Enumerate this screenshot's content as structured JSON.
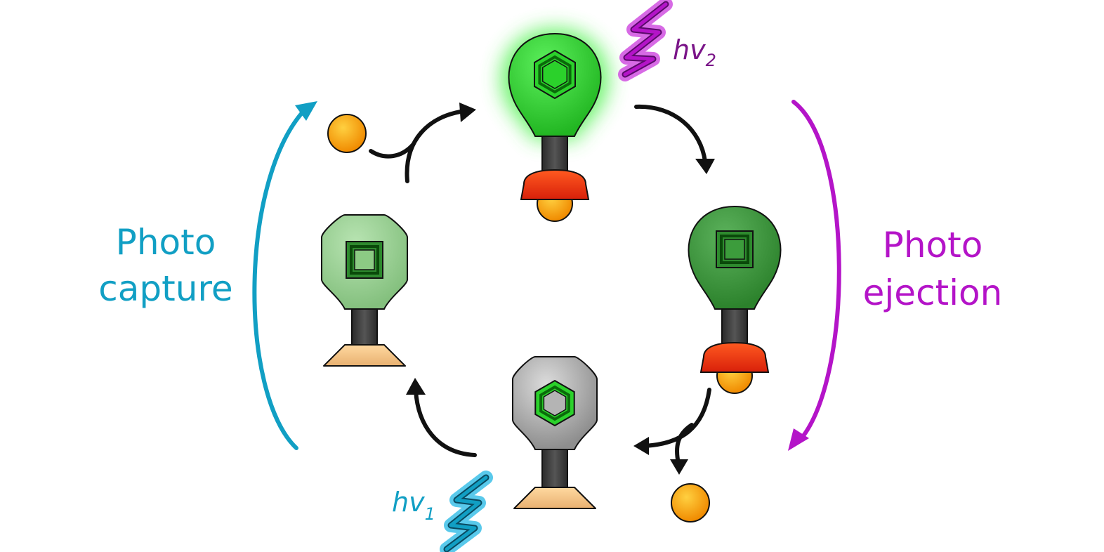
{
  "labels": {
    "capture_line1": "Photo",
    "capture_line2": "capture",
    "ejection_line1": "Photo",
    "ejection_line2": "ejection",
    "hv1_main": "hv",
    "hv1_sub": "1",
    "hv2_main": "hv",
    "hv2_sub": "2"
  },
  "colors": {
    "capture": "#119fc4",
    "ejection": "#b414c8",
    "hv2_text": "#7a1488",
    "bright_green": "#2bd12b",
    "dark_green": "#3a9a3a",
    "pale_green": "#9fd39a",
    "grey": "#b4b4b4",
    "red_cap": "#e63a12",
    "guest_orange": "#ff9a00",
    "tan_base": "#f7c98a"
  },
  "icons": {
    "probe_top": "bulb-probe-icon",
    "probe_right": "bulb-probe-icon",
    "probe_bottom": "octagon-probe-icon",
    "probe_left": "octagon-probe-icon",
    "hexagon": "benzene-hexagon-icon",
    "square": "square-icon",
    "photon": "lightning-photon-icon",
    "guest": "orange-sphere-icon"
  }
}
